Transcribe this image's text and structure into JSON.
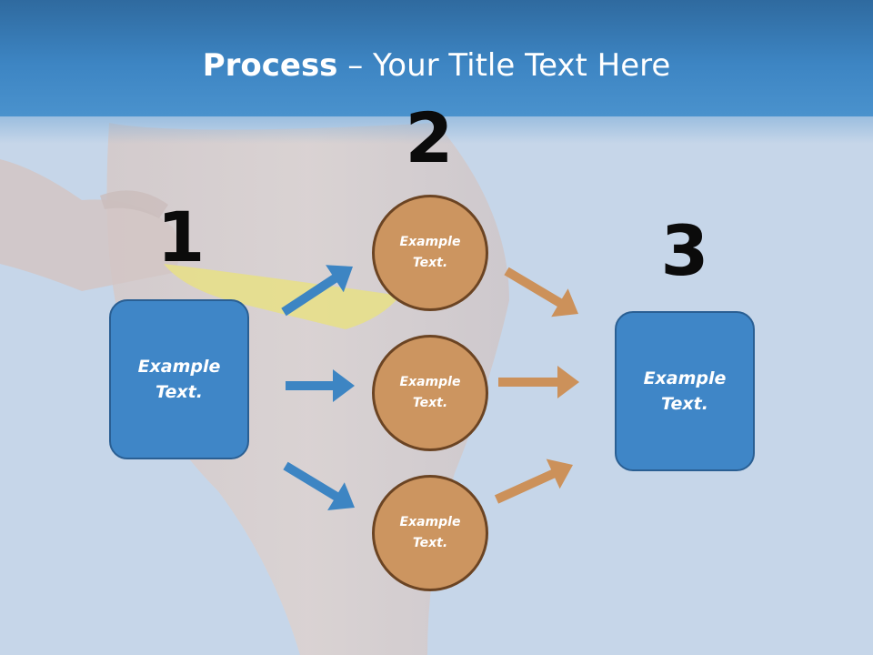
{
  "slide": {
    "title_bold": "Process",
    "title_rest": " – Your Title Text Here",
    "steps": [
      {
        "number": "1",
        "label": "Example Text."
      },
      {
        "number": "2",
        "items": [
          "Example Text.",
          "Example Text.",
          "Example Text."
        ]
      },
      {
        "number": "3",
        "label": "Example Text."
      }
    ]
  },
  "colors": {
    "header": "#3d85c3",
    "box_fill": "#3f86c7",
    "circle_fill": "#cc9560",
    "circle_border": "#6b4423",
    "blue_arrow": "#3d85c3",
    "orange_arrow": "#cc915a"
  },
  "background": {
    "subject": "photo of model in yellow bikini, faded"
  }
}
